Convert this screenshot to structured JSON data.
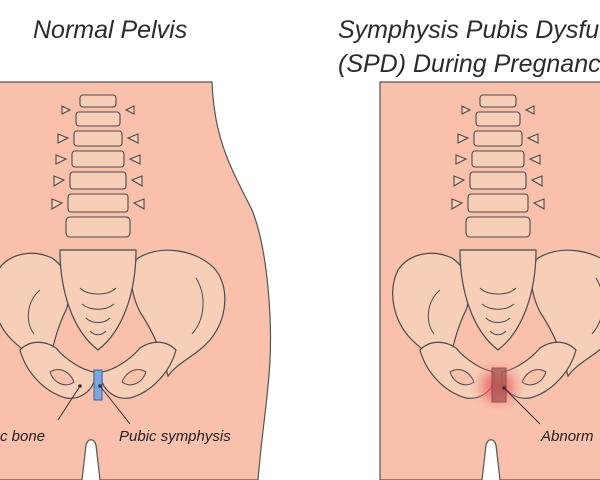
{
  "title_left": "Normal Pelvis",
  "title_right_line1": "Symphysis Pubis Dysfu",
  "title_right_line2": "(SPD) During Pregnanc",
  "labels": {
    "pubic_bone": "c bone",
    "pubic_symphysis": "Pubic symphysis",
    "abnormal": "Abnorm"
  },
  "colors": {
    "skin": "#f9c1ab",
    "bone": "#f7cfb9",
    "outline": "#4a4a4a",
    "symphysis_normal": "#7aa7e0",
    "inflammation": "#e8474f"
  }
}
